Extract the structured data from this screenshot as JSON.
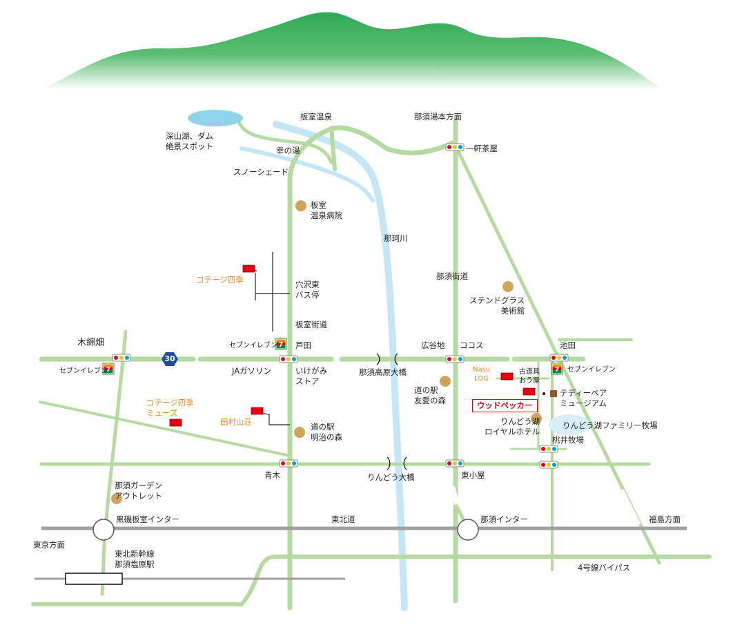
{
  "labels": {
    "mizuumi": "深山湖、ダム\n絶景スポット",
    "itamuro_onsen": "板室温泉",
    "nasu_yumoto": "那須湯本方面",
    "sachinoyu": "幸の湯",
    "ikkenchaya": "一軒茶屋",
    "snowshade": "スノーシェード",
    "itamuro_hospital": "板室\n温泉病院",
    "nakagawa": "那珂川",
    "cottage_shiki": "コテージ四季",
    "anazawa_bus": "穴沢東\nバス停",
    "nasu_kaido": "那須街道",
    "stained_glass": "ステンドグラス\n美術館",
    "itamuro_kaido": "板室街道",
    "kiwatabata": "木綿畑",
    "seven_toda": "セブンイレブン",
    "toda": "戸田",
    "koyachi": "広谷地",
    "cocos": "ココス",
    "ikeda": "池田",
    "seven_left": "セブンイレブン",
    "seven_ikeda": "セブンイレブン",
    "ja_gasoline": "JAガソリン",
    "ikegami_store": "いけがみ\nストア",
    "nasu_kogen_bridge": "那須高原大橋",
    "nasu_log": "Nasu\nLOG",
    "furudougu": "古道具\nおう屋",
    "michinoeki_yuai": "道の駅\n友愛の森",
    "teddy_bear": "テディーベア\nミュージアム",
    "cottage_muse": "コテージ四季\nミューズ",
    "woodpecker": "ウッドペッカー",
    "tamura_sanso": "田村山荘",
    "rindoko_royal": "りんどう湖\nロイヤルホテル",
    "rindoko_farm": "りんどう湖ファミリー牧場",
    "michinoeki_meiji": "道の駅\n明治の森",
    "momoi_farm": "桃井牧場",
    "aoki": "青木",
    "rindo_bridge": "りんどう大橋",
    "higashi_koya": "東小屋",
    "nasu_garden": "那須ガーデン\nアウトレット",
    "kuroiso_ic": "黒磯板室インター",
    "tohoku_expwy": "東北道",
    "nasu_ic": "那須インター",
    "fukushima": "福島方面",
    "tokyo": "東京方面",
    "shinkansen_station": "東北新幹線\n那須塩原駅",
    "route4_bypass": "4号線バイパス"
  },
  "route_shield": {
    "number": "30"
  },
  "colors": {
    "road": "#b5dba0",
    "river": "#c4e6f5",
    "mountain": "#3cb061",
    "highway": "#9a9a9a",
    "orange_label": "#e8891f",
    "poi_dot": "#d0a35f",
    "accent_red": "#e60012"
  },
  "icons": {
    "traffic_signal": "traffic-signal-icon",
    "seven_eleven": "seven-eleven-icon",
    "red_flag": "red-flag-icon",
    "poi": "poi-dot-icon",
    "interchange": "interchange-icon",
    "route_shield": "route-shield-icon"
  }
}
